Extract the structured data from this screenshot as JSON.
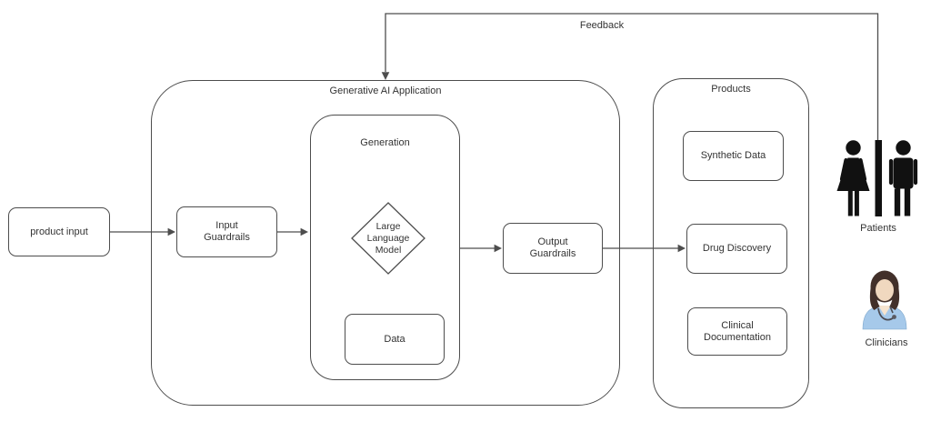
{
  "feedback": {
    "label": "Feedback"
  },
  "containers": {
    "app": {
      "label": "Generative AI Application"
    },
    "generation": {
      "label": "Generation"
    },
    "products": {
      "label": "Products"
    }
  },
  "nodes": {
    "product_input": "product input",
    "input_guardrails": "Input\nGuardrails",
    "llm": "Large\nLanguage\nModel",
    "data": "Data",
    "output_guardrails": "Output\nGuardrails",
    "synthetic_data": "Synthetic Data",
    "drug_discovery": "Drug Discovery",
    "clinical_documentation": "Clinical\nDocumentation"
  },
  "actors": {
    "patients": "Patients",
    "clinicians": "Clinicians"
  },
  "colors": {
    "stroke": "#4d4d4d",
    "text": "#333333",
    "background": "#ffffff",
    "figure_black": "#111111",
    "clinician_scrub": "#a6c9ea",
    "clinician_skin": "#f0d8bf",
    "clinician_hair": "#42302a"
  }
}
